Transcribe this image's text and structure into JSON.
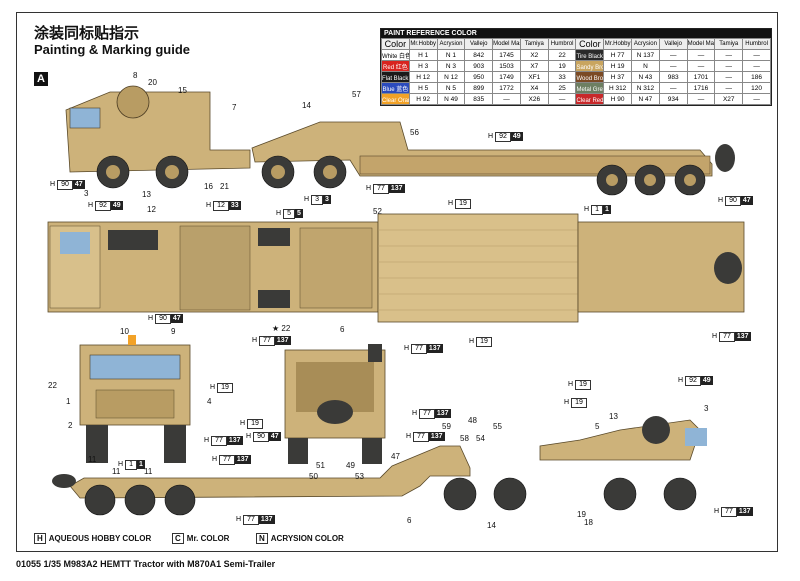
{
  "header": {
    "title_cn": "涂装同标贴指示",
    "title_en": "Painting & Marking guide",
    "section": "A"
  },
  "paint_table": {
    "title": "PAINT REFERENCE COLOR",
    "headers": [
      "Color",
      "Mr.Hobby",
      "Acrysion",
      "Vallejo",
      "Model Master",
      "Tamiya",
      "Humbrol"
    ],
    "left": [
      {
        "name": "White\n白色",
        "bg": "#ffffff",
        "fg": "#000",
        "h": "1",
        "n": "1",
        "vallejo": "842",
        "mm": "1745",
        "tamiya": "X2",
        "humbrol": "22"
      },
      {
        "name": "Red\n红色",
        "bg": "#d8241f",
        "fg": "#fff",
        "h": "3",
        "n": "3",
        "vallejo": "903",
        "mm": "1503",
        "tamiya": "X7",
        "humbrol": "19"
      },
      {
        "name": "Flat Black\n消光黑",
        "bg": "#1a1a1a",
        "fg": "#fff",
        "h": "12",
        "n": "12",
        "vallejo": "950",
        "mm": "1749",
        "tamiya": "XF1",
        "humbrol": "33"
      },
      {
        "name": "Blue\n蓝色",
        "bg": "#2b4bbd",
        "fg": "#fff",
        "h": "5",
        "n": "5",
        "vallejo": "899",
        "mm": "1772",
        "tamiya": "X4",
        "humbrol": "25"
      },
      {
        "name": "Clear Orange\n透明橙",
        "bg": "#f2a227",
        "fg": "#fff",
        "h": "92",
        "n": "49",
        "vallejo": "835",
        "mm": "—",
        "tamiya": "X26",
        "humbrol": "—"
      }
    ],
    "right": [
      {
        "name": "Tire Black\n轮胎黑",
        "bg": "#2a2a2a",
        "fg": "#fff",
        "h": "77",
        "n": "137",
        "vallejo": "—",
        "mm": "—",
        "tamiya": "—",
        "humbrol": "—"
      },
      {
        "name": "Sandy Brown\n沙棕色",
        "bg": "#c9a55f",
        "fg": "#fff",
        "h": "19",
        "n": "",
        "vallejo": "—",
        "mm": "—",
        "tamiya": "—",
        "humbrol": "—"
      },
      {
        "name": "Wood Brown\n木棕色",
        "bg": "#7b4a25",
        "fg": "#fff",
        "h": "37",
        "n": "43",
        "vallejo": "983",
        "mm": "1701",
        "tamiya": "—",
        "humbrol": "186"
      },
      {
        "name": "Metal Grey\n金属灰",
        "bg": "#6d7f62",
        "fg": "#fff",
        "h": "312",
        "n": "312",
        "vallejo": "—",
        "mm": "1716",
        "tamiya": "—",
        "humbrol": "120"
      },
      {
        "name": "Clear Red\n透明红",
        "bg": "#c8282a",
        "fg": "#fff",
        "h": "90",
        "n": "47",
        "vallejo": "934",
        "mm": "—",
        "tamiya": "X27",
        "humbrol": "—"
      }
    ]
  },
  "numbers": [
    "8",
    "20",
    "15",
    "7",
    "14",
    "57",
    "56",
    "3",
    "13",
    "16",
    "21",
    "12",
    "52",
    "10",
    "9",
    "22",
    "1",
    "11",
    "2",
    "4",
    "50",
    "51",
    "49",
    "53",
    "59",
    "48",
    "58",
    "54",
    "55",
    "47",
    "14",
    "6",
    "19",
    "18",
    "13",
    "3",
    "5",
    "11",
    "11",
    "6"
  ],
  "codes": {
    "c1": {
      "l": "H",
      "a": "90",
      "b": "47"
    },
    "c2": {
      "l": "H",
      "a": "77",
      "b": "137"
    },
    "c3": {
      "l": "H",
      "a": "92",
      "b": "49"
    },
    "c4": {
      "l": "H",
      "a": "19",
      "b": ""
    },
    "c5": {
      "l": "H",
      "a": "1",
      "b": "1"
    },
    "c6": {
      "l": "H",
      "a": "90",
      "b": "47"
    },
    "c7": {
      "l": "H",
      "a": "92",
      "b": "49"
    },
    "c8": {
      "l": "H",
      "a": "12",
      "b": "33"
    },
    "c9": {
      "l": "H",
      "a": "5",
      "b": "5"
    },
    "c10": {
      "l": "H",
      "a": "3",
      "b": "3"
    },
    "c11": {
      "l": "H",
      "a": "19",
      "b": ""
    },
    "c12": {
      "l": "H",
      "a": "90",
      "b": "47"
    },
    "c13": {
      "l": "H",
      "a": "77",
      "b": "137"
    },
    "c14": {
      "l": "H",
      "a": "77",
      "b": "137"
    },
    "c15": {
      "l": "H",
      "a": "19",
      "b": ""
    },
    "c16": {
      "l": "H",
      "a": "77",
      "b": "137"
    },
    "c17": {
      "l": "H",
      "a": "77",
      "b": "137"
    },
    "c18": {
      "l": "H",
      "a": "19",
      "b": ""
    },
    "c19": {
      "l": "H",
      "a": "19",
      "b": ""
    },
    "c20": {
      "l": "H",
      "a": "77",
      "b": "137"
    },
    "c21": {
      "l": "H",
      "a": "90",
      "b": "47"
    },
    "c22": {
      "l": "H",
      "a": "77",
      "b": "137"
    },
    "c23": {
      "l": "H",
      "a": "1",
      "b": "1"
    },
    "c24": {
      "l": "H",
      "a": "19",
      "b": ""
    },
    "c25": {
      "l": "H",
      "a": "92",
      "b": "49"
    },
    "c26": {
      "l": "H",
      "a": "19",
      "b": ""
    },
    "c27": {
      "l": "H",
      "a": "77",
      "b": "137"
    },
    "c28": {
      "l": "H",
      "a": "77",
      "b": "137"
    },
    "c29": {
      "l": "H",
      "a": "77",
      "b": "137"
    }
  },
  "star_label": "★ 22",
  "legend": {
    "aqueous": "AQUEOUS HOBBY COLOR",
    "mr": "Mr. COLOR",
    "acrysion": "ACRYSION COLOR"
  },
  "footer": "01055  1/35  M983A2 HEMTT Tractor with M870A1 Semi-Trailer",
  "colors": {
    "sand": "#cdb27a",
    "sand_dark": "#a88d57",
    "tire": "#3a3a38",
    "wood": "#d9c08a"
  }
}
